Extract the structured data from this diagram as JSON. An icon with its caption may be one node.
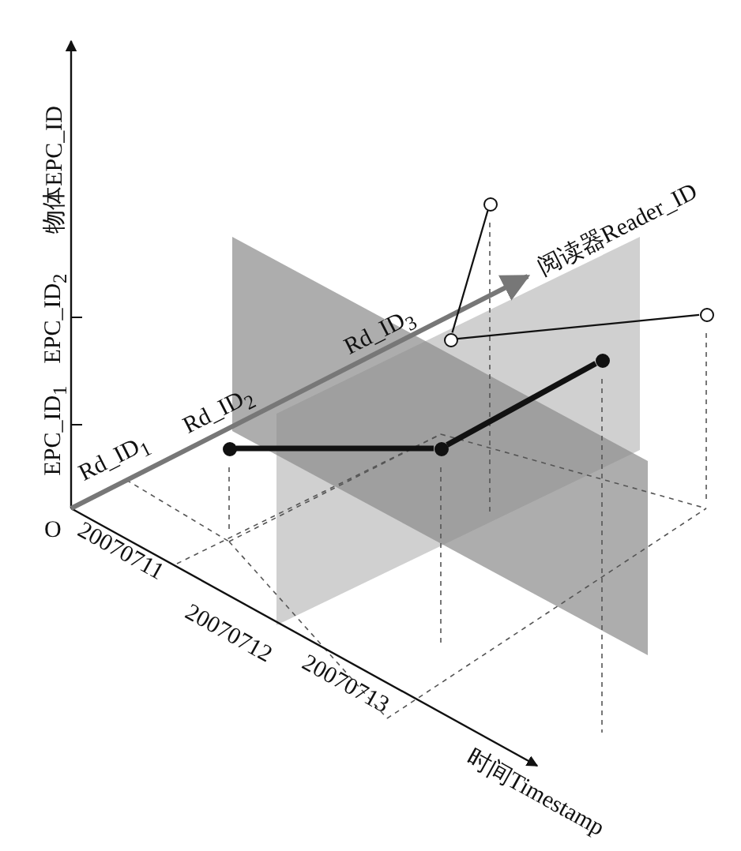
{
  "diagram": {
    "nodes": [
      {
        "text": [],
        "shape": "circle"
      },
      {
        "text": [],
        "shape": "circle"
      },
      {
        "text": [],
        "shape": "circle"
      },
      {
        "text": [],
        "shape": "circle"
      },
      {
        "text": [],
        "shape": "circle"
      },
      {
        "text": [],
        "shape": "circle"
      }
    ],
    "edges": [
      {
        "from": 0,
        "to": 1,
        "arrow": "none",
        "style": "thick"
      },
      {
        "from": 1,
        "to": 2,
        "arrow": "none",
        "style": "thick"
      },
      {
        "from": 3,
        "to": 4,
        "arrow": "none"
      },
      {
        "from": 3,
        "to": 5,
        "arrow": "none"
      }
    ],
    "labels": [
      "物体EPC_ID",
      "EPC_ID$_{2}$",
      "EPC_ID$_{1}$",
      "阅读器Reader_ID",
      "Rd_ID$_{3}$",
      "Rd_ID$_{2}$",
      "Rd_ID$_{1}$",
      "O",
      "20070711",
      "20070712",
      "20070713",
      "时间Timestamp"
    ]
  }
}
